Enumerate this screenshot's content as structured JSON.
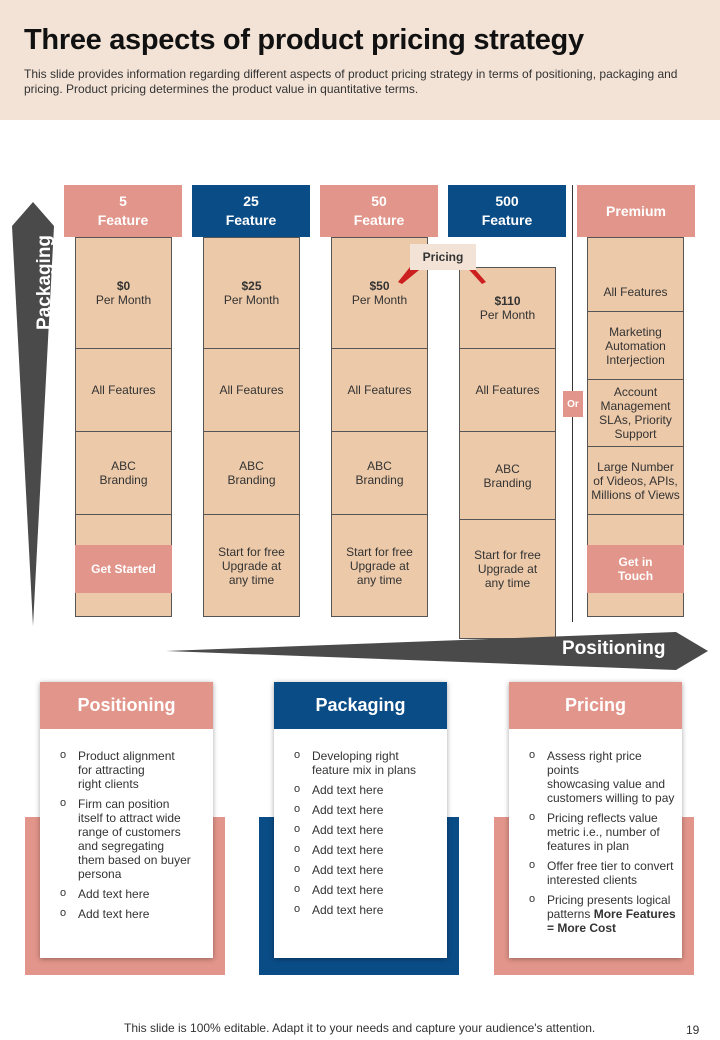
{
  "header": {
    "title": "Three aspects of product pricing strategy",
    "subtitle": "This slide provides information regarding different aspects of product pricing strategy in terms of positioning, packaging and pricing. Product pricing determines the product value in quantitative terms."
  },
  "axes": {
    "packaging": "Packaging",
    "positioning": "Positioning",
    "pricing_tag": "Pricing",
    "or": "Or"
  },
  "plans": [
    {
      "line1": "5",
      "line2": "Feature",
      "price": "$0",
      "period": "Per Month",
      "features": "All Features",
      "branding": [
        "ABC",
        "Branding"
      ],
      "cta": "Get Started"
    },
    {
      "line1": "25",
      "line2": "Feature",
      "price": "$25",
      "period": "Per Month",
      "features": "All Features",
      "branding": [
        "ABC",
        "Branding"
      ],
      "cta": [
        "Start for free",
        "Upgrade at",
        "any time"
      ]
    },
    {
      "line1": "50",
      "line2": "Feature",
      "price": "$50",
      "period": "Per Month",
      "features": "All Features",
      "branding": [
        "ABC",
        "Branding"
      ],
      "cta": [
        "Start for free",
        "Upgrade at",
        "any time"
      ]
    },
    {
      "line1": "500",
      "line2": "Feature",
      "price": "$110",
      "period": "Per Month",
      "features": "All Features",
      "branding": [
        "ABC",
        "Branding"
      ],
      "cta": [
        "Start for free",
        "Upgrade at",
        "any time"
      ]
    }
  ],
  "premium": {
    "title": "Premium",
    "items": [
      "All Features",
      [
        "Marketing",
        "Automation",
        "Interjection"
      ],
      [
        "Account",
        "Management",
        "SLAs, Priority",
        "Support"
      ],
      [
        "Large Number",
        "of Videos, APIs,",
        "Millions of Views"
      ]
    ],
    "cta": [
      "Get in",
      "Touch"
    ]
  },
  "cards": [
    {
      "title": "Positioning",
      "items": [
        [
          "Product alignment",
          "for attracting",
          "right clients"
        ],
        [
          "Firm can position",
          "itself to attract wide",
          "range of customers",
          "and segregating",
          "them based on buyer",
          "persona"
        ],
        [
          "Add text here"
        ],
        [
          "Add text here"
        ]
      ]
    },
    {
      "title": "Packaging",
      "items": [
        [
          "Developing right",
          "feature mix in plans"
        ],
        [
          "Add text here"
        ],
        [
          "Add text here"
        ],
        [
          "Add text here"
        ],
        [
          "Add text here"
        ],
        [
          "Add text here"
        ],
        [
          "Add text here"
        ],
        [
          "Add text here"
        ]
      ]
    },
    {
      "title": "Pricing",
      "items": [
        [
          "Assess right price points",
          "showcasing value and",
          "customers willing to pay"
        ],
        [
          "Pricing reflects value",
          "metric i.e., number of",
          "features in plan"
        ],
        [
          "Offer free tier to convert",
          "interested clients"
        ],
        [
          "Pricing presents logical",
          "patterns "
        ]
      ],
      "last_bold": [
        "More Features",
        "= More Cost"
      ]
    }
  ],
  "footer": {
    "note": "This slide is 100% editable. Adapt it to your needs and capture your audience's attention.",
    "page": "19"
  },
  "colors": {
    "salmon": "#e2958a",
    "navy": "#0a4c86",
    "beige": "#ecc9a9",
    "header_bg": "#f3e3d6",
    "arrow": "#4a4a4a"
  }
}
